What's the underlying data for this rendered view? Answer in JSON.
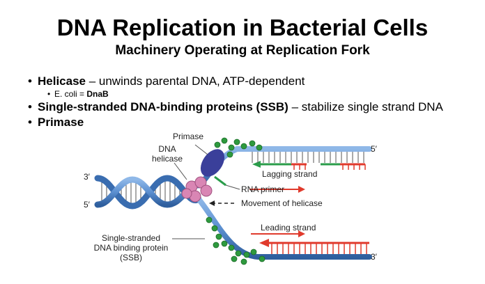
{
  "title": "DNA Replication in Bacterial Cells",
  "subtitle": "Machinery Operating at Replication Fork",
  "bullets": [
    {
      "bold": "Helicase",
      "text": " – unwinds parental DNA, ATP-dependent"
    },
    {
      "sub_prefix": "E. coli = ",
      "sub_bold": "DnaB"
    },
    {
      "bold": "Single-stranded DNA-binding proteins (SSB)",
      "text": " – stabilize single strand DNA"
    },
    {
      "bold": "Primase",
      "text": ""
    }
  ],
  "diagram": {
    "labels": {
      "primase": "Primase",
      "dna_helicase_1": "DNA",
      "dna_helicase_2": "helicase",
      "three_prime_left": "3′",
      "five_prime_left": "5′",
      "five_prime_right": "5′",
      "three_prime_right": "3′",
      "lagging_strand": "Lagging strand",
      "rna_primer": "RNA primer",
      "movement_of_helicase": "Movement of helicase",
      "leading_strand": "Leading strand",
      "ssb_1": "Single-stranded",
      "ssb_2": "DNA binding protein",
      "ssb_3": "(SSB)"
    },
    "colors": {
      "strand": "#5b8fd0",
      "strand_dark": "#2f5f9e",
      "new_strand": "#e03a2c",
      "primer": "#2a9d4a",
      "ssb": "#2e9a3e",
      "helicase": "#d986b4",
      "primase": "#3a3f9a"
    }
  }
}
